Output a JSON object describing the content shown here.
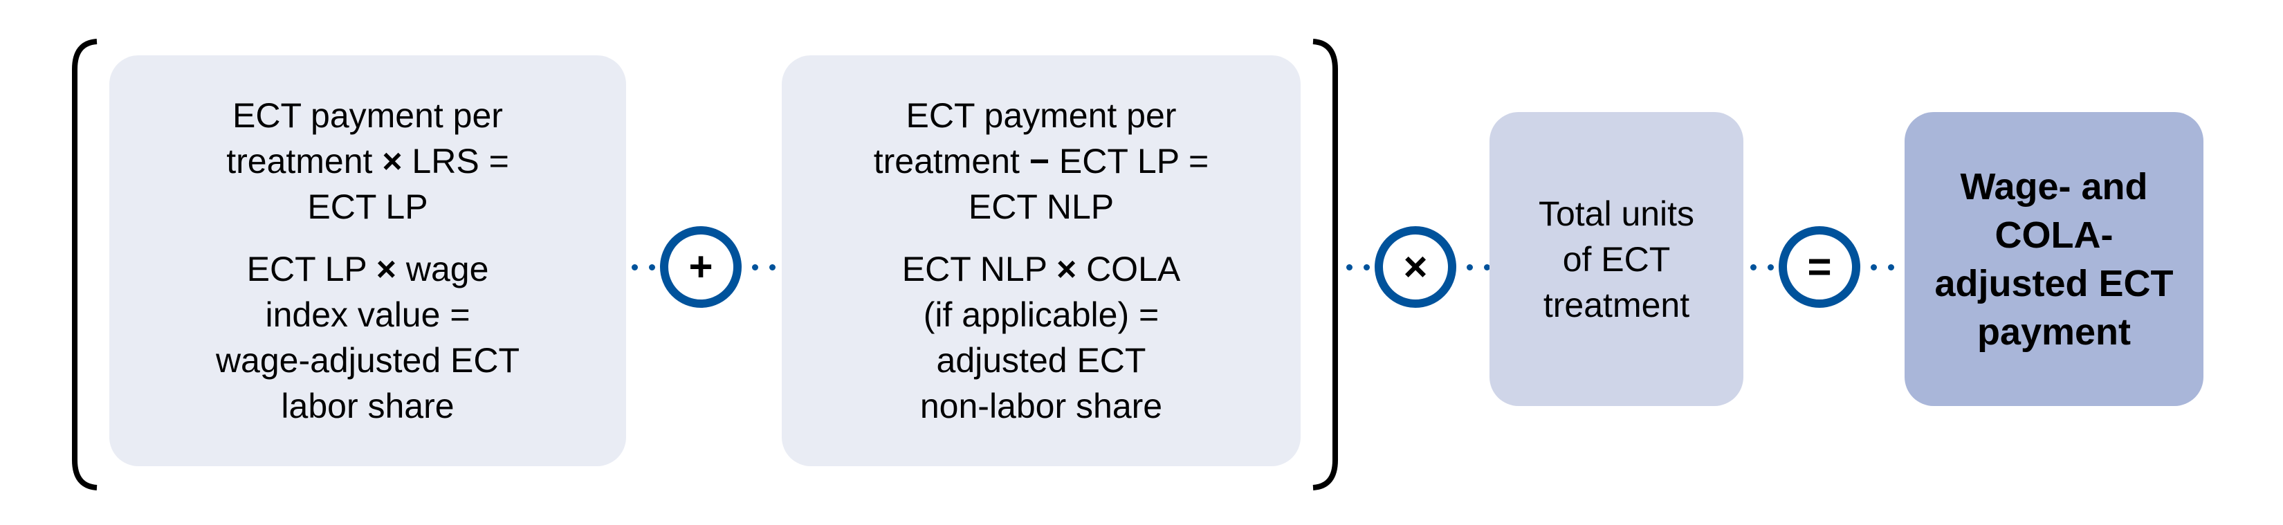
{
  "colors": {
    "accent": "#00529b",
    "box_light": "#e9ecf4",
    "box_mid": "#cfd5e8",
    "box_dark": "#a9b6d9"
  },
  "labor_box": {
    "p1": [
      "ECT payment per",
      "treatment ",
      " × ",
      "LRS =",
      "ECT LP"
    ],
    "p2": [
      "ECT LP ",
      " × ",
      "wage",
      "index value =",
      "wage-adjusted ECT",
      "labor share"
    ]
  },
  "nonlabor_box": {
    "p1": [
      "ECT payment per",
      "treatment ",
      " − ",
      "ECT LP =",
      "ECT NLP"
    ],
    "p2": [
      "ECT NLP ",
      " × ",
      "COLA",
      "(if applicable) =",
      "adjusted ECT",
      "non-labor share"
    ]
  },
  "operators": {
    "plus": "+",
    "times": "×",
    "equals": "="
  },
  "units_box": [
    "Total units",
    "of ECT",
    "treatment"
  ],
  "result_box": [
    "Wage- and",
    "COLA-",
    "adjusted ECT",
    "payment"
  ]
}
